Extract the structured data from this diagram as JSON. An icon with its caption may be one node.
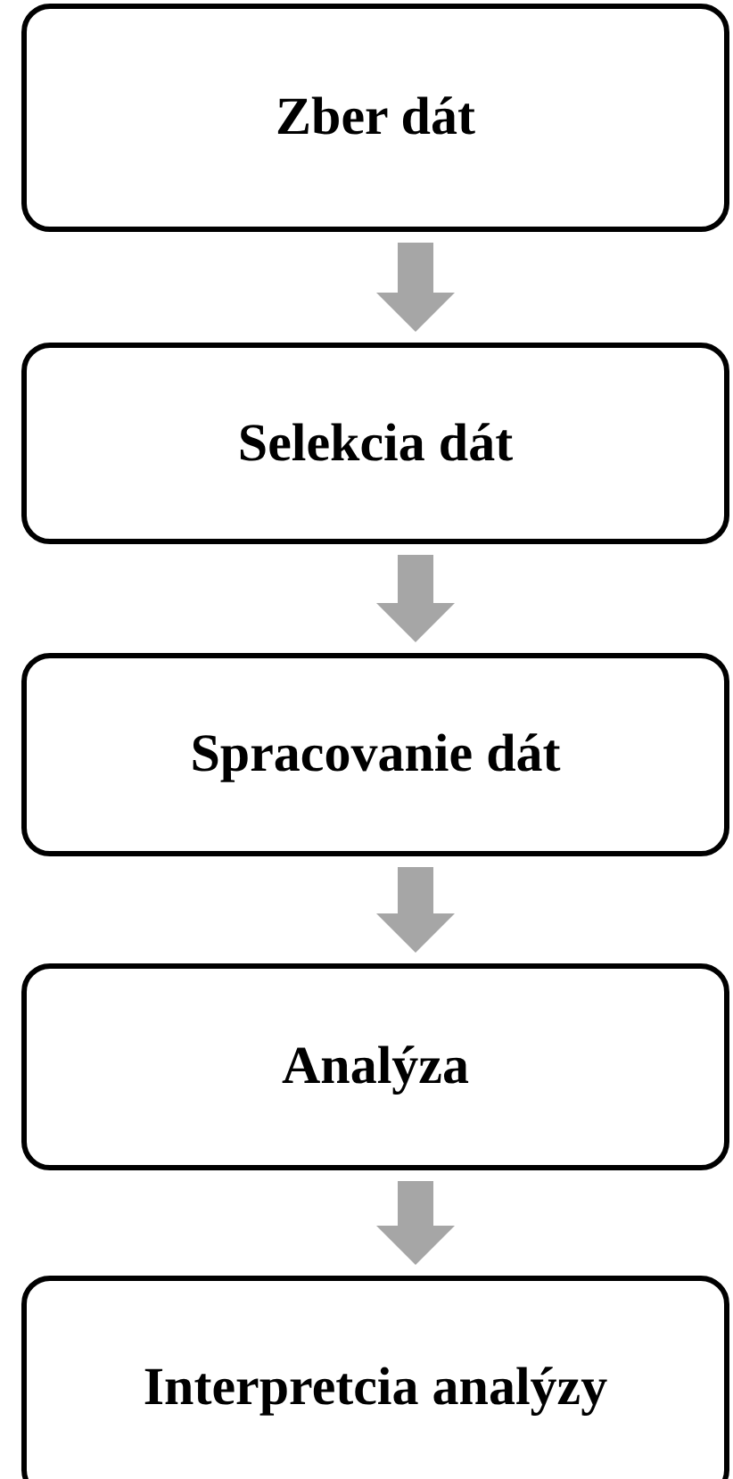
{
  "diagram": {
    "nodes": [
      {
        "text": [
          "Zber dát"
        ]
      },
      {
        "text": [
          "Selekcia dát"
        ]
      },
      {
        "text": [
          "Spracovanie dát"
        ]
      },
      {
        "text": [
          "Analýza"
        ]
      },
      {
        "text": [
          "Interpretcia analýzy"
        ]
      }
    ],
    "edges": [
      {
        "from": 0,
        "to": 1,
        "arrow": "to"
      },
      {
        "from": 1,
        "to": 2,
        "arrow": "to"
      },
      {
        "from": 2,
        "to": 3,
        "arrow": "to"
      },
      {
        "from": 3,
        "to": 4,
        "arrow": "to"
      }
    ]
  }
}
